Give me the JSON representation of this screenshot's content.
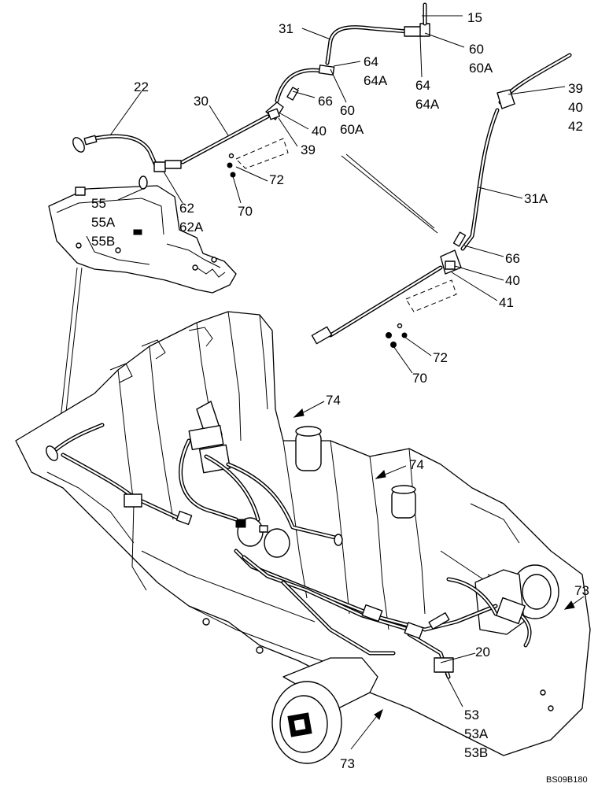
{
  "drawing_code": "BS09B180",
  "callouts": {
    "c15": "15",
    "c31": "31",
    "c60a": "60",
    "c60aa": "60A",
    "c64a": "64",
    "c64aa": "64A",
    "c64b": "64",
    "c64ba": "64A",
    "c22": "22",
    "c30": "30",
    "c66a": "66",
    "c60b": "60",
    "c60ba": "60A",
    "c40a": "40",
    "c39a": "39",
    "c39b": "39",
    "c40b": "40",
    "c42": "42",
    "c72a": "72",
    "c70a": "70",
    "c55": "55",
    "c55a": "55A",
    "c55b": "55B",
    "c62": "62",
    "c62a": "62A",
    "c31a": "31A",
    "c66b": "66",
    "c40c": "40",
    "c41": "41",
    "c72b": "72",
    "c70b": "70",
    "c74a": "74",
    "c74b": "74",
    "c73a": "73",
    "c73b": "73",
    "c20": "20",
    "c53": "53",
    "c53a": "53A",
    "c53b": "53B"
  }
}
